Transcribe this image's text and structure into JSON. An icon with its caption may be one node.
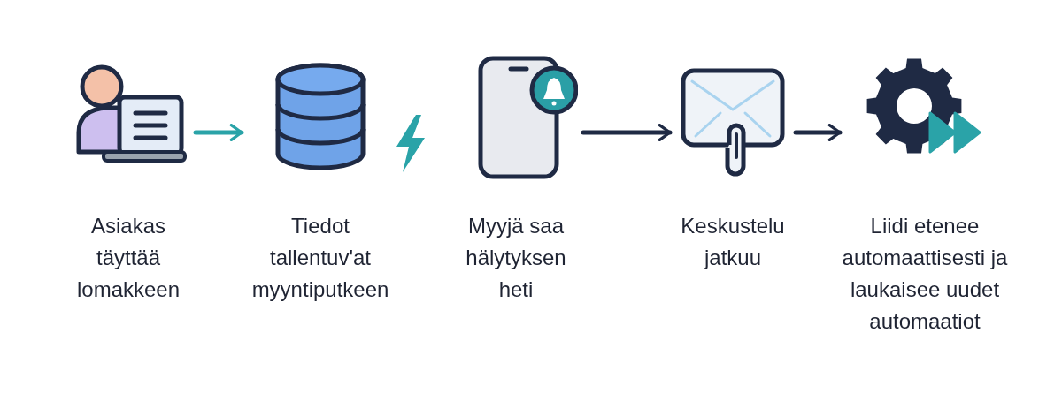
{
  "diagram": {
    "nodes": [
      {
        "text": [
          "Asiakas täyttää lomakkeen"
        ]
      },
      {
        "text": [
          "Tiedot tallentuv'at myyntiputkeen"
        ]
      },
      {
        "text": [
          "Myyjä saa hälytyksen heti"
        ]
      },
      {
        "text": [
          "Keskustelu jatkuu"
        ]
      },
      {
        "text": [
          "Liidi etenee automaattisesti ja laukaisee uudet automaatiot"
        ]
      }
    ],
    "edges": [
      {
        "from": 0,
        "to": 1,
        "arrow": "to",
        "color": "#2aa3a8"
      },
      {
        "from": 2,
        "to": 3,
        "arrow": "to"
      },
      {
        "from": 3,
        "to": 4,
        "arrow": "to"
      }
    ]
  }
}
